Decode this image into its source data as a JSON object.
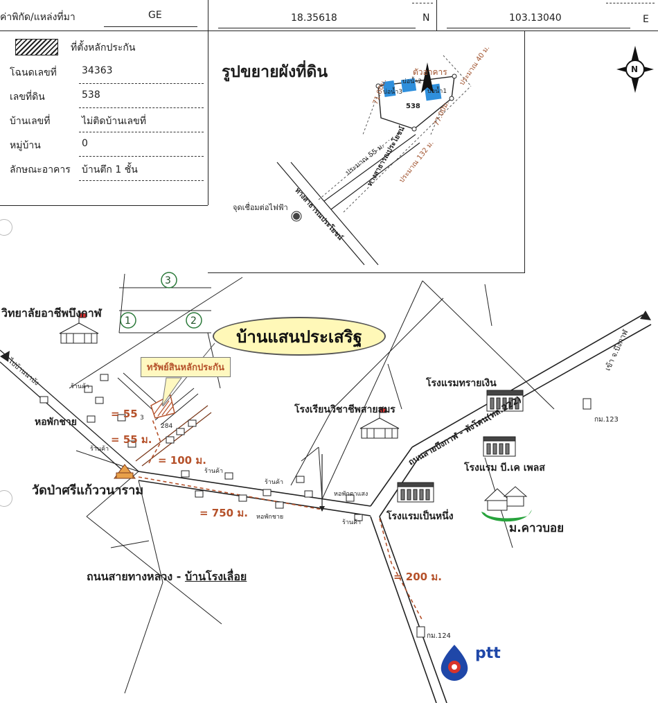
{
  "header": {
    "coord_label": "ค่าพิกัด/แหล่งที่มา",
    "source": "GE",
    "lat": "18.35618",
    "lat_dir": "N",
    "lon": "103.13040",
    "lon_dir": "E"
  },
  "info": {
    "legend_label": "ที่ตั้งหลักประกัน",
    "rows": [
      {
        "label": "โฉนดเลขที่",
        "value": "34363"
      },
      {
        "label": "เลขที่ดิน",
        "value": "538"
      },
      {
        "label": "บ้านเลขที่",
        "value": "ไม่ติดบ้านเลขที่"
      },
      {
        "label": "หมู่บ้าน",
        "value": "0"
      },
      {
        "label": "ลักษณะอาคาร",
        "value": "บ้านตึก 1 ชั้น"
      }
    ]
  },
  "plot": {
    "title": "รูปขยายผังที่ดิน",
    "building": "ตัวอาคาร",
    "pond2": "บ่อน้ำ2",
    "pond3": "บ่อน้ำ3",
    "pond1": "บ่อน้ำ1",
    "parcel": "538",
    "left_dim": "71.00ม.",
    "right_dim": "77.00ม.",
    "top_right": "ประมาณ 40 ม.",
    "dist55": "ประมาณ 55 ม.",
    "dist132": "ประมาณ 132 ม.",
    "public_way": "ทางสาธารณประโยชน์",
    "public_way2": "ทางสาธารณประโยชน์",
    "power": "จุดเชื่อมต่อไฟฟ้า",
    "north": "N"
  },
  "map": {
    "village": "บ้านแสนประเสริฐ",
    "collateral": "ทรัพย์สินหลักประกัน",
    "college": "วิทยาลัยอาชีพบึงกาฬ",
    "to_left": "ไปบ้านนาบัง",
    "dorm_m": "หอพักชาย",
    "shop": "ร้านค้า",
    "temple": "วัดป่าศรีแก้ววนาราม",
    "d55a": "= 55",
    "d55b": "= 55 ม.",
    "d100": "= 100 ม.",
    "d750": "= 750 ม.",
    "d200": "= 200 ม.",
    "house_no": "284",
    "lot_no": "3",
    "dorm_w": "หอพักตาแสง",
    "dorm_m2": "หอพักชาย",
    "school": "โรงเรียนวิชาชีพสายสมร",
    "hotel1": "โรงแรมทรายเงิน",
    "hotel2": "โรงแรม บี.เค  เพลส",
    "hotel3": "โรงแรมเป็นหนึ่ง",
    "cowboy": "ม.คาวบอย",
    "main_road": "ถนนสายบึงกาฬ - พังโคน(ทล.222)",
    "to_right": "เข้า จ.บึงกาฬ",
    "km123": "กม.123",
    "km124": "กม.124",
    "side_road_a": "ถนนสายทางหลวง - ",
    "side_road_b": "บ้านโรงเลื่อย",
    "c1": "1",
    "c2": "2",
    "c3": "3",
    "ptt": "ptt"
  },
  "colors": {
    "pond": "#2f8fdc",
    "accent": "#a0522d",
    "bubble": "#fff8b8",
    "ptt_blue": "#1f47a8",
    "ptt_red": "#d9342b"
  }
}
